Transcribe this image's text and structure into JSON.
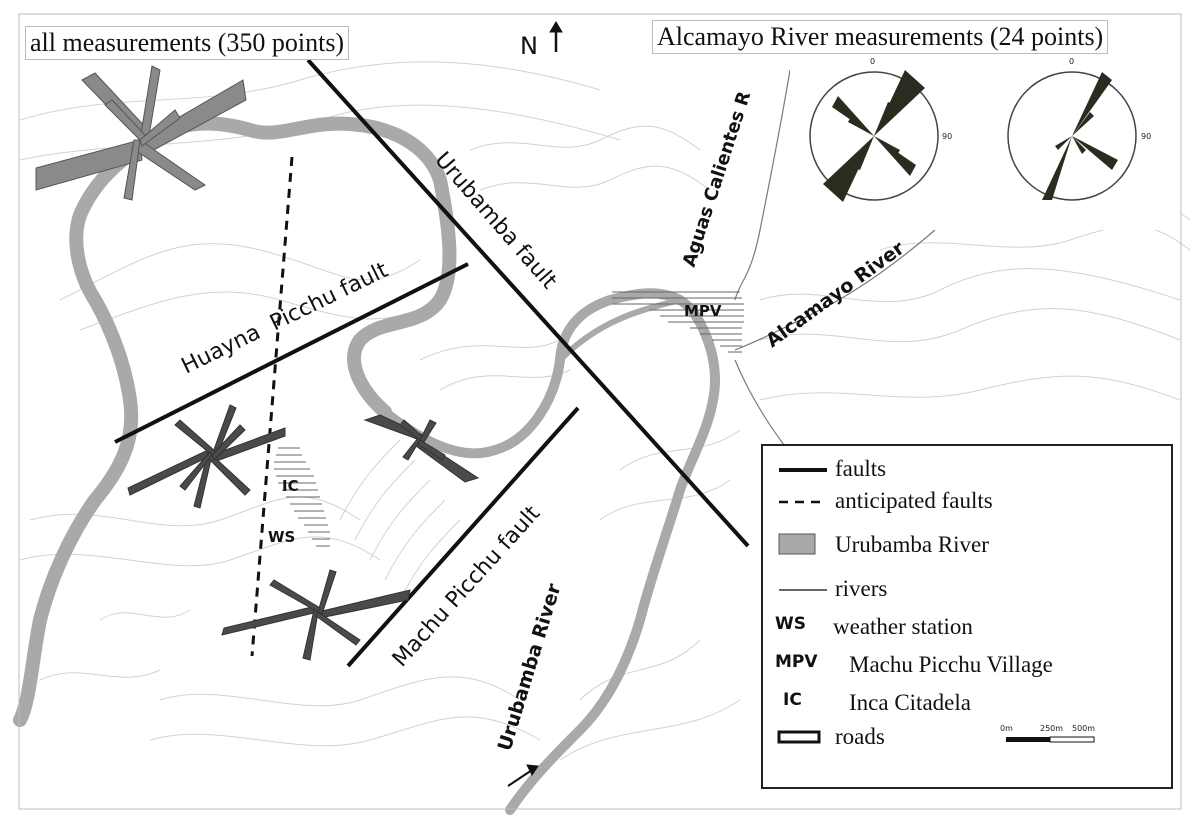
{
  "titles": {
    "all": "all measurements (350 points)",
    "alcamayo": "Alcamayo River measurements (24 points)"
  },
  "north": "N",
  "labels": {
    "urubamba_fault": "Urubamba fault",
    "huayna_fault": "Huayna  Picchu fault",
    "machu_fault": "Machu Picchu fault",
    "aguas": "Aguas Calientes R",
    "alcamayo_river": "Alcamayo River",
    "urubamba_river": "Urubamba River",
    "mpv": "MPV",
    "ic": "IC",
    "ws": "WS"
  },
  "rose": {
    "north_tick": "0",
    "east_tick": "90"
  },
  "legend": {
    "faults": "faults",
    "anticipated": "anticipated faults",
    "urubamba": "Urubamba River",
    "rivers": "rivers",
    "ws_abbr": "WS",
    "ws": "weather station",
    "mpv_abbr": "MPV",
    "mpv": "Machu Picchu Village",
    "ic_abbr": "IC",
    "ic": "Inca Citadela",
    "roads": "roads"
  },
  "scale": {
    "zero": "0m",
    "mid": "250m",
    "end": "500m"
  },
  "colors": {
    "river": "#a9a9a9",
    "rose": "#5a5a5a",
    "rose_dark": "#2b2b1f",
    "fault": "#111111"
  }
}
